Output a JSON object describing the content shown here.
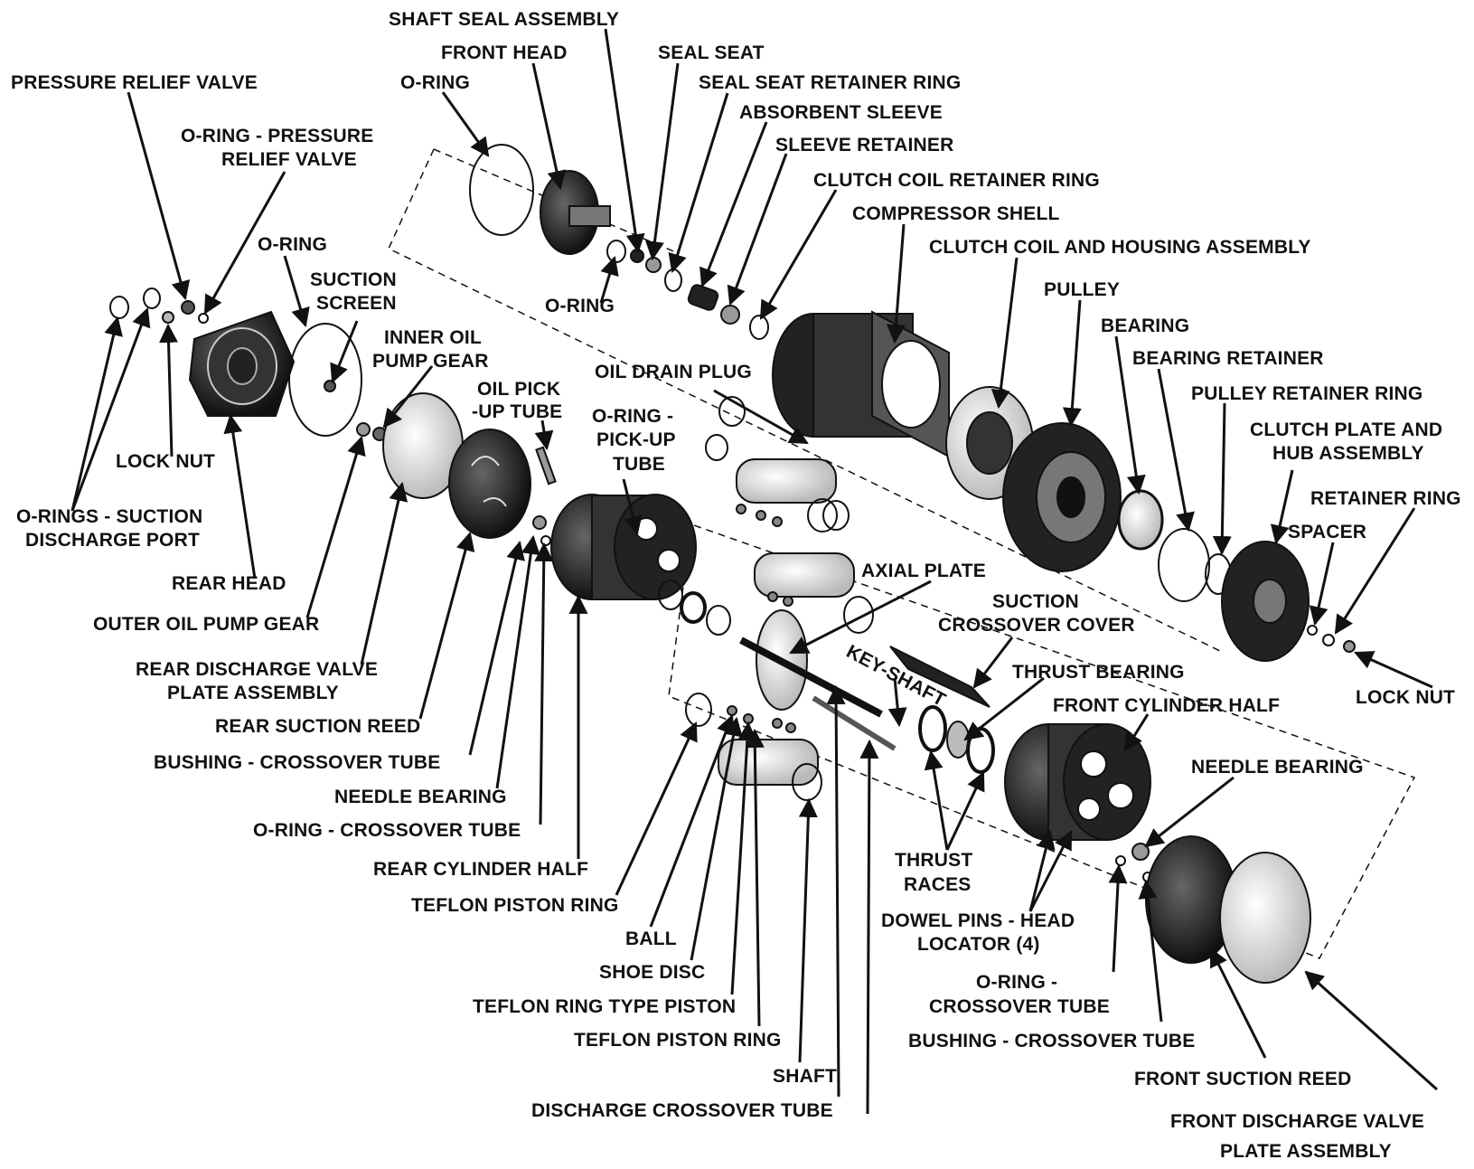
{
  "colors": {
    "ink": "#111111",
    "paper": "#ffffff",
    "part_fill": "#1a1a1a",
    "part_mid": "#555555",
    "part_light": "#bbbbbb"
  },
  "labels": {
    "shaft_seal_assembly": "SHAFT SEAL ASSEMBLY",
    "front_head": "FRONT HEAD",
    "seal_seat": "SEAL SEAT",
    "o_ring_top": "O-RING",
    "seal_seat_retainer_ring": "SEAL SEAT RETAINER RING",
    "absorbent_sleeve": "ABSORBENT SLEEVE",
    "sleeve_retainer": "SLEEVE RETAINER",
    "clutch_coil_retainer_ring": "CLUTCH COIL RETAINER RING",
    "compressor_shell": "COMPRESSOR SHELL",
    "clutch_coil_housing": "CLUTCH COIL AND HOUSING ASSEMBLY",
    "pulley": "PULLEY",
    "bearing": "BEARING",
    "bearing_retainer": "BEARING RETAINER",
    "pulley_retainer_ring": "PULLEY RETAINER RING",
    "clutch_plate_hub_1": "CLUTCH PLATE AND",
    "clutch_plate_hub_2": "HUB ASSEMBLY",
    "retainer_ring": "RETAINER RING",
    "spacer": "SPACER",
    "lock_nut_right": "LOCK NUT",
    "pressure_relief_valve": "PRESSURE RELIEF VALVE",
    "o_ring_prv_1": "O-RING - PRESSURE",
    "o_ring_prv_2": "RELIEF VALVE",
    "o_ring_left": "O-RING",
    "suction_screen_1": "SUCTION",
    "suction_screen_2": "SCREEN",
    "o_ring_mid": "O-RING",
    "inner_oil_pump_gear_1": "INNER OIL",
    "inner_oil_pump_gear_2": "PUMP GEAR",
    "oil_pickup_tube_1": "OIL PICK",
    "oil_pickup_tube_2": "-UP TUBE",
    "oil_drain_plug": "OIL DRAIN PLUG",
    "o_ring_pickup_1": "O-RING -",
    "o_ring_pickup_2": "PICK-UP",
    "o_ring_pickup_3": "TUBE",
    "lock_nut_left": "LOCK NUT",
    "o_rings_suction_1": "O-RINGS - SUCTION",
    "o_rings_suction_2": "DISCHARGE PORT",
    "rear_head": "REAR HEAD",
    "outer_oil_pump_gear": "OUTER OIL PUMP GEAR",
    "rear_discharge_valve_1": "REAR DISCHARGE VALVE",
    "rear_discharge_valve_2": "PLATE ASSEMBLY",
    "rear_suction_reed": "REAR SUCTION REED",
    "bushing_crossover_rear": "BUSHING - CROSSOVER TUBE",
    "needle_bearing_rear": "NEEDLE BEARING",
    "o_ring_crossover_rear": "O-RING - CROSSOVER TUBE",
    "rear_cylinder_half": "REAR CYLINDER HALF",
    "teflon_piston_ring_1": "TEFLON PISTON RING",
    "ball": "BALL",
    "shoe_disc": "SHOE DISC",
    "teflon_ring_type_piston": "TEFLON RING TYPE PISTON",
    "teflon_piston_ring_2": "TEFLON PISTON RING",
    "shaft": "SHAFT",
    "discharge_crossover_tube": "DISCHARGE CROSSOVER TUBE",
    "axial_plate": "AXIAL PLATE",
    "suction_crossover_1": "SUCTION",
    "suction_crossover_2": "CROSSOVER COVER",
    "key_shaft": "KEY-SHAFT",
    "thrust_bearing": "THRUST BEARING",
    "front_cylinder_half": "FRONT CYLINDER HALF",
    "needle_bearing_front": "NEEDLE BEARING",
    "thrust_races_1": "THRUST",
    "thrust_races_2": "RACES",
    "dowel_pins_1": "DOWEL PINS - HEAD",
    "dowel_pins_2": "LOCATOR (4)",
    "o_ring_crossover_front_1": "O-RING -",
    "o_ring_crossover_front_2": "CROSSOVER TUBE",
    "bushing_crossover_front": "BUSHING - CROSSOVER TUBE",
    "front_suction_reed": "FRONT SUCTION REED",
    "front_discharge_valve_1": "FRONT DISCHARGE VALVE",
    "front_discharge_valve_2": "PLATE ASSEMBLY"
  }
}
